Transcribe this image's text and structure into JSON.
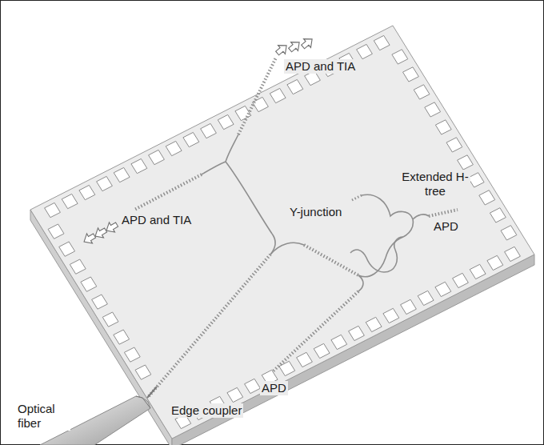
{
  "diagram": {
    "labels": [
      "APD and TIA",
      "APD and TIA",
      "Y-junction",
      "Extended H-tree",
      "APD",
      "APD",
      "Edge coupler",
      "Optical fiber"
    ]
  }
}
